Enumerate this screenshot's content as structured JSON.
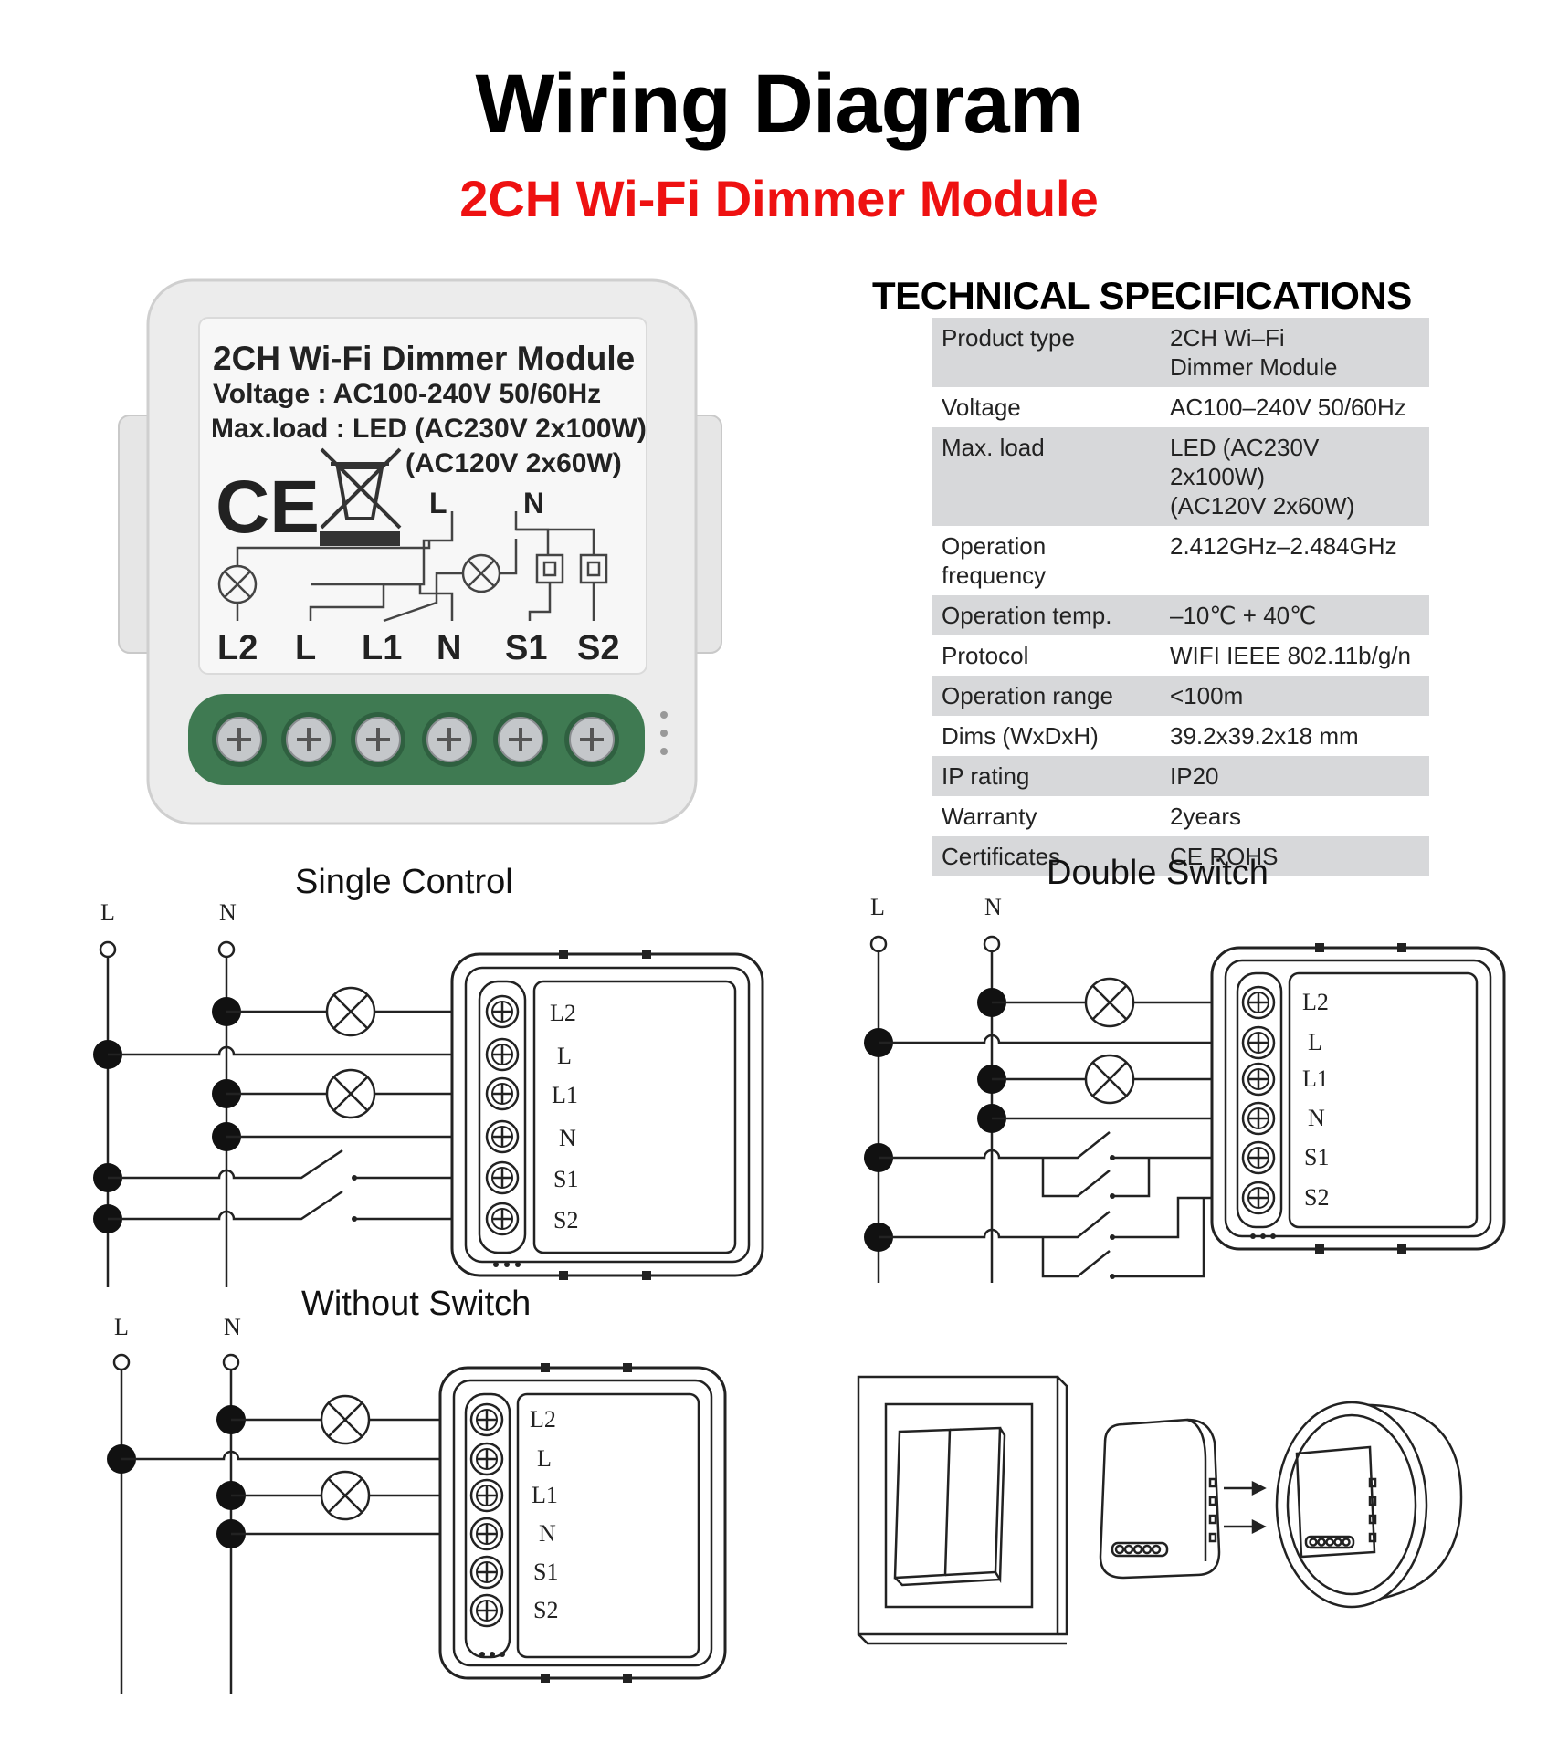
{
  "title": "Wiring Diagram",
  "subtitle": "2CH Wi-Fi Dimmer Module",
  "device_label": {
    "name": "2CH Wi-Fi Dimmer Module",
    "voltage": "Voltage : AC100-240V 50/60Hz",
    "max_load_1": "Max.load : LED (AC230V 2x100W)",
    "max_load_2": "(AC120V 2x60W)",
    "ce_mark": "CE",
    "line_l": "L",
    "line_n": "N",
    "terminals": [
      "L2",
      "L",
      "L1",
      "N",
      "S1",
      "S2"
    ]
  },
  "specs": {
    "heading": "TECHNICAL SPECIFICATIONS",
    "rows": [
      {
        "key": "Product type",
        "value": "2CH Wi–Fi\nDimmer Module"
      },
      {
        "key": "Voltage",
        "value": "AC100–240V 50/60Hz"
      },
      {
        "key": "Max. load",
        "value": "LED (AC230V 2x100W)\n(AC120V 2x60W)"
      },
      {
        "key": "Operation\nfrequency",
        "value": "2.412GHz–2.484GHz"
      },
      {
        "key": "Operation temp.",
        "value": "–10℃ + 40℃"
      },
      {
        "key": "Protocol",
        "value": "WIFI  IEEE 802.11b/g/n"
      },
      {
        "key": "Operation range",
        "value": "<100m"
      },
      {
        "key": "Dims (WxDxH)",
        "value": "39.2x39.2x18 mm"
      },
      {
        "key": "IP rating",
        "value": "IP20"
      },
      {
        "key": "Warranty",
        "value": "2years"
      },
      {
        "key": "Certificates",
        "value": "CE ROHS"
      }
    ]
  },
  "diagrams": {
    "single_control": "Single Control",
    "double_switch": "Double Switch",
    "without_switch": "Without Switch",
    "line_labels": [
      "L",
      "N"
    ],
    "terminal_labels": [
      "L2",
      "L",
      "L1",
      "N",
      "S1",
      "S2"
    ]
  },
  "colors": {
    "subtitle": "#ee1111",
    "table_shade": "#d7d8da",
    "terminal_green": "#3f7a52",
    "device_body": "#ececec"
  }
}
